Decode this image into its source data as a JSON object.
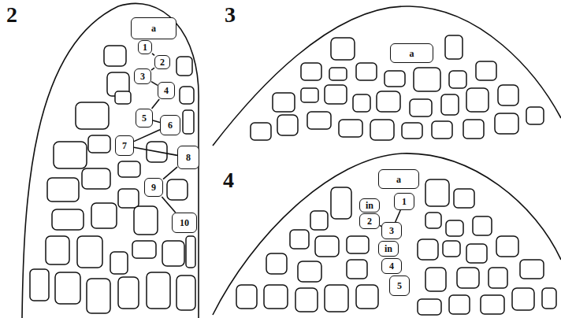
{
  "diagram": {
    "nodes": [
      {
        "text": [
          "a"
        ]
      },
      {
        "text": [
          "1"
        ]
      },
      {
        "text": [
          "2"
        ]
      },
      {
        "text": [
          "3"
        ]
      },
      {
        "text": [
          "4"
        ]
      },
      {
        "text": [
          "5"
        ]
      },
      {
        "text": [
          "6"
        ]
      },
      {
        "text": [
          "7"
        ]
      },
      {
        "text": [
          "8"
        ]
      },
      {
        "text": [
          "9"
        ]
      },
      {
        "text": [
          "10"
        ]
      },
      {
        "text": [
          "a"
        ]
      },
      {
        "text": [
          "a"
        ]
      },
      {
        "text": [
          "1"
        ]
      },
      {
        "text": [
          "in"
        ]
      },
      {
        "text": [
          "2"
        ]
      },
      {
        "text": [
          "3"
        ]
      },
      {
        "text": [
          "in"
        ]
      },
      {
        "text": [
          "4"
        ]
      },
      {
        "text": [
          "5"
        ]
      }
    ],
    "edges": [
      {
        "from": 1,
        "to": 2,
        "arrow": "none"
      },
      {
        "from": 2,
        "to": 3,
        "arrow": "none"
      },
      {
        "from": 3,
        "to": 4,
        "arrow": "none"
      },
      {
        "from": 4,
        "to": 5,
        "arrow": "none"
      },
      {
        "from": 5,
        "to": 6,
        "arrow": "none"
      },
      {
        "from": 6,
        "to": 7,
        "arrow": "none"
      },
      {
        "from": 7,
        "to": 8,
        "arrow": "none"
      },
      {
        "from": 8,
        "to": 9,
        "arrow": "none"
      },
      {
        "from": 9,
        "to": 10,
        "arrow": "none"
      },
      {
        "from": 13,
        "to": 16,
        "arrow": "none"
      },
      {
        "from": 15,
        "to": 16,
        "arrow": "none"
      }
    ],
    "labels": [
      "2",
      "3",
      "4"
    ]
  }
}
